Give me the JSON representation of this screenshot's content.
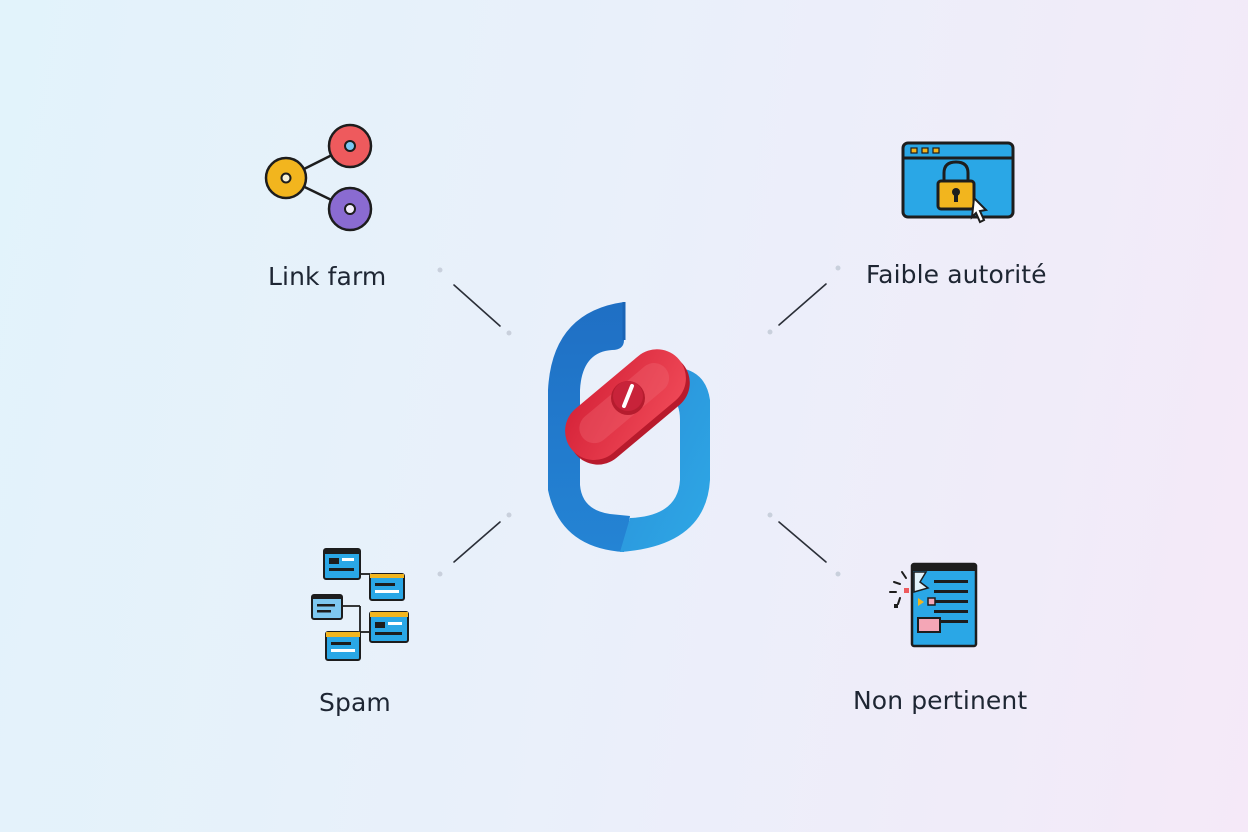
{
  "nodes": {
    "link_farm": {
      "label": "Link farm",
      "icon": "network-nodes-icon"
    },
    "faible_autorite": {
      "label": "Faible autorité",
      "icon": "locked-browser-icon"
    },
    "spam": {
      "label": "Spam",
      "icon": "linked-windows-icon"
    },
    "non_pertinent": {
      "label": "Non pertinent",
      "icon": "broken-document-icon"
    }
  },
  "center": {
    "icon": "broken-chain-link-icon"
  },
  "colors": {
    "chain_blue": "#1f78cc",
    "chain_light": "#2a9ee0",
    "chain_red": "#e23345",
    "text": "#1e2633"
  }
}
